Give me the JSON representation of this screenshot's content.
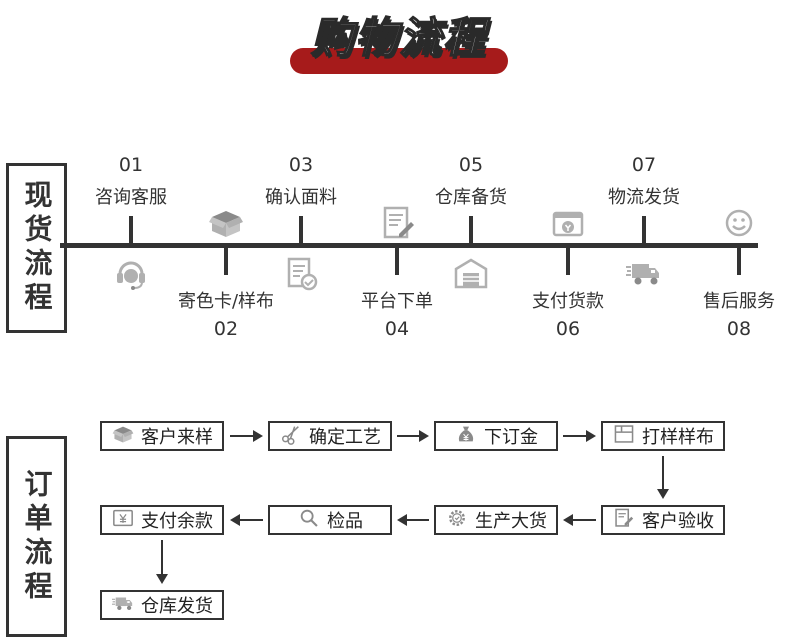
{
  "header": {
    "title": "购物流程"
  },
  "spot_section": {
    "side_label": "现货流程",
    "steps": [
      {
        "num": "01",
        "label": "咨询客服",
        "icon": "headset-icon",
        "position": "above"
      },
      {
        "num": "02",
        "label": "寄色卡/样布",
        "icon": "box-icon",
        "position": "below"
      },
      {
        "num": "03",
        "label": "确认面料",
        "icon": "checklist-icon",
        "position": "above"
      },
      {
        "num": "04",
        "label": "平台下单",
        "icon": "document-edit-icon",
        "position": "below"
      },
      {
        "num": "05",
        "label": "仓库备货",
        "icon": "warehouse-icon",
        "position": "above"
      },
      {
        "num": "06",
        "label": "支付货款",
        "icon": "payment-icon",
        "position": "below"
      },
      {
        "num": "07",
        "label": "物流发货",
        "icon": "truck-icon",
        "position": "above"
      },
      {
        "num": "08",
        "label": "售后服务",
        "icon": "smiley-icon",
        "position": "below"
      }
    ]
  },
  "order_section": {
    "side_label": "订单流程",
    "steps": [
      {
        "label": "客户来样",
        "icon": "box-icon"
      },
      {
        "label": "确定工艺",
        "icon": "scissors-icon"
      },
      {
        "label": "下订金",
        "icon": "money-bag-icon"
      },
      {
        "label": "打样样布",
        "icon": "fabric-icon"
      },
      {
        "label": "客户验收",
        "icon": "inspection-icon"
      },
      {
        "label": "生产大货",
        "icon": "gear-icon"
      },
      {
        "label": "检品",
        "icon": "search-icon"
      },
      {
        "label": "支付余款",
        "icon": "yen-icon"
      },
      {
        "label": "仓库发货",
        "icon": "truck-icon"
      }
    ]
  }
}
